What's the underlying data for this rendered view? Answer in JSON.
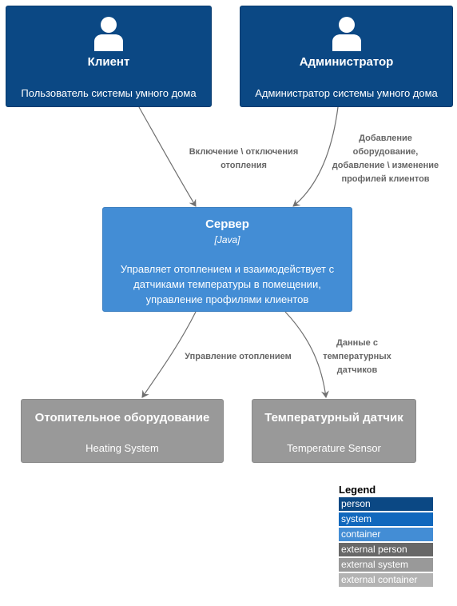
{
  "nodes": {
    "client": {
      "title": "Клиент",
      "description": "Пользователь системы умного дома",
      "icon": "person-icon"
    },
    "admin": {
      "title": "Администратор",
      "description": "Администратор системы умного дома",
      "icon": "person-icon"
    },
    "server": {
      "title": "Сервер",
      "technology": "[Java]",
      "description": "Управляет отоплением и взаимодействует с датчиками температуры в помещении, управление профилями клиентов"
    },
    "heating": {
      "title": "Отопительное оборудование",
      "description": "Heating System"
    },
    "sensor": {
      "title": "Температурный датчик",
      "description": "Temperature Sensor"
    }
  },
  "relations": {
    "client_server": "Включение \\ отключения отопления",
    "admin_server": "Добавление оборудование, добавление \\ изменение профилей клиентов",
    "server_heating": "Управление отоплением",
    "server_sensor": "Данные с температурных датчиков"
  },
  "legend": {
    "title": "Legend",
    "items": [
      {
        "label": "person",
        "color": "#0b4884"
      },
      {
        "label": "system",
        "color": "#1168bd"
      },
      {
        "label": "container",
        "color": "#438dd5"
      },
      {
        "label": "external person",
        "color": "#686868"
      },
      {
        "label": "external system",
        "color": "#999999"
      },
      {
        "label": "external container",
        "color": "#b3b3b3"
      }
    ]
  },
  "colors": {
    "person": "#0b4884",
    "container": "#438dd5",
    "external": "#999999",
    "arrow": "#707070",
    "relation_text": "#666666"
  }
}
